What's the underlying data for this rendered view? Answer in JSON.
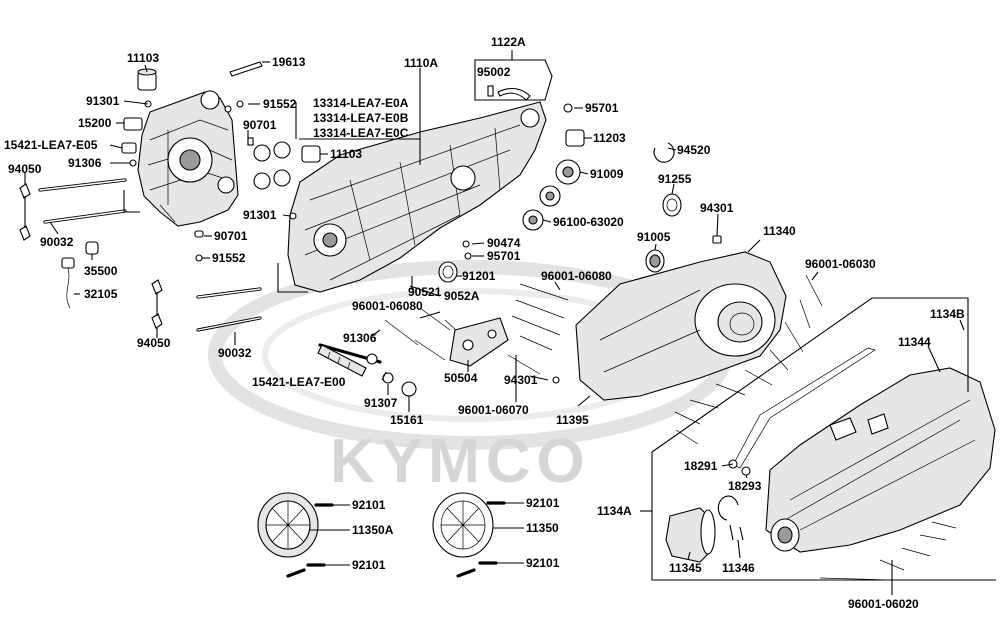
{
  "watermark": {
    "text": "KYMCO"
  },
  "parts": {
    "p11103a": "11103",
    "p19613": "19613",
    "p1110A": "1110A",
    "p1122A": "1122A",
    "p95002": "95002",
    "p91301a": "91301",
    "p91552a": "91552",
    "p13314a": "13314-LEA7-E0A",
    "p13314b": "13314-LEA7-E0B",
    "p13314c": "13314-LEA7-E0C",
    "p95701a": "95701",
    "p15200": "15200",
    "p90701a": "90701",
    "p11203": "11203",
    "p15421a": "15421-LEA7-E05",
    "p11103b": "11103",
    "p94520": "94520",
    "p91306a": "91306",
    "p94050a": "94050",
    "p91009": "91009",
    "p91255": "91255",
    "p91301b": "91301",
    "p90701b": "90701",
    "p96100": "96100-63020",
    "p94301a": "94301",
    "p90032a": "90032",
    "p90474": "90474",
    "p91005": "91005",
    "p11340": "11340",
    "p95701b": "95701",
    "p91552b": "91552",
    "p35500": "35500",
    "p91201": "91201",
    "p96001a": "96001-06080",
    "p96001b": "96001-06030",
    "p32105": "32105",
    "p90521": "90521",
    "p9052A": "9052A",
    "p96001c": "96001-06080",
    "p1134B": "1134B",
    "p94050b": "94050",
    "p91306b": "91306",
    "p11344": "11344",
    "p90032b": "90032",
    "p50504": "50504",
    "p94301b": "94301",
    "p15421b": "15421-LEA7-E00",
    "p91307": "91307",
    "p96001d": "96001-06070",
    "p11395": "11395",
    "p15161": "15161",
    "p18291": "18291",
    "p18293": "18293",
    "p92101a": "92101",
    "p92101b": "92101",
    "p1134A": "1134A",
    "p11350A": "11350A",
    "p11350": "11350",
    "p92101c": "92101",
    "p92101d": "92101",
    "p11345": "11345",
    "p11346": "11346",
    "p96001e": "96001-06020"
  }
}
